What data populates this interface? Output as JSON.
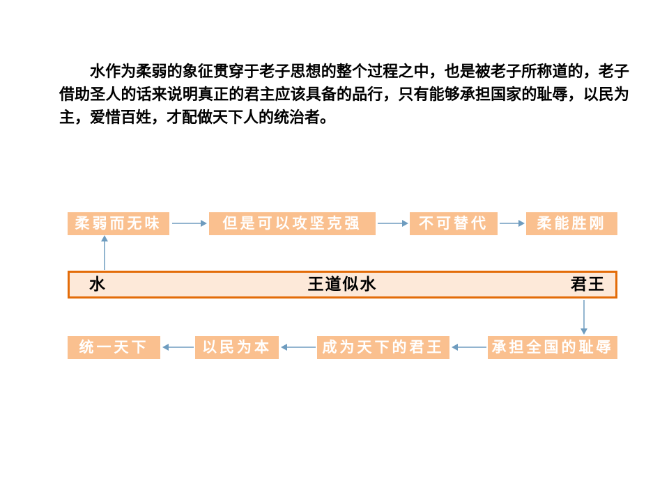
{
  "intro": {
    "text": "水作为柔弱的象征贯穿于老子思想的整个过程之中，也是被老子所称道的，老子借助圣人的话来说明真正的君主应该具备的品行，只有能够承担国家的耻辱，以民为主，爱惜百姓，才配做天下人的统治者。"
  },
  "diagram": {
    "top_row": [
      "柔弱而无味",
      "但是可以攻坚克强",
      "不可替代",
      "柔能胜刚"
    ],
    "panel": {
      "left": "水",
      "center": "王道似水",
      "right": "君王"
    },
    "bottom_row": [
      "统一天下",
      "以民为本",
      "成为天下的君王",
      "承担全国的耻辱"
    ]
  },
  "colors": {
    "background": "#FFFFFF",
    "text": "#000000",
    "box_fill": "#FAC08F",
    "box_text": "#FFFFFF",
    "panel_fill": "#FDE9D9",
    "panel_border": "#E36C09",
    "arrow": "#6E9CBF"
  }
}
